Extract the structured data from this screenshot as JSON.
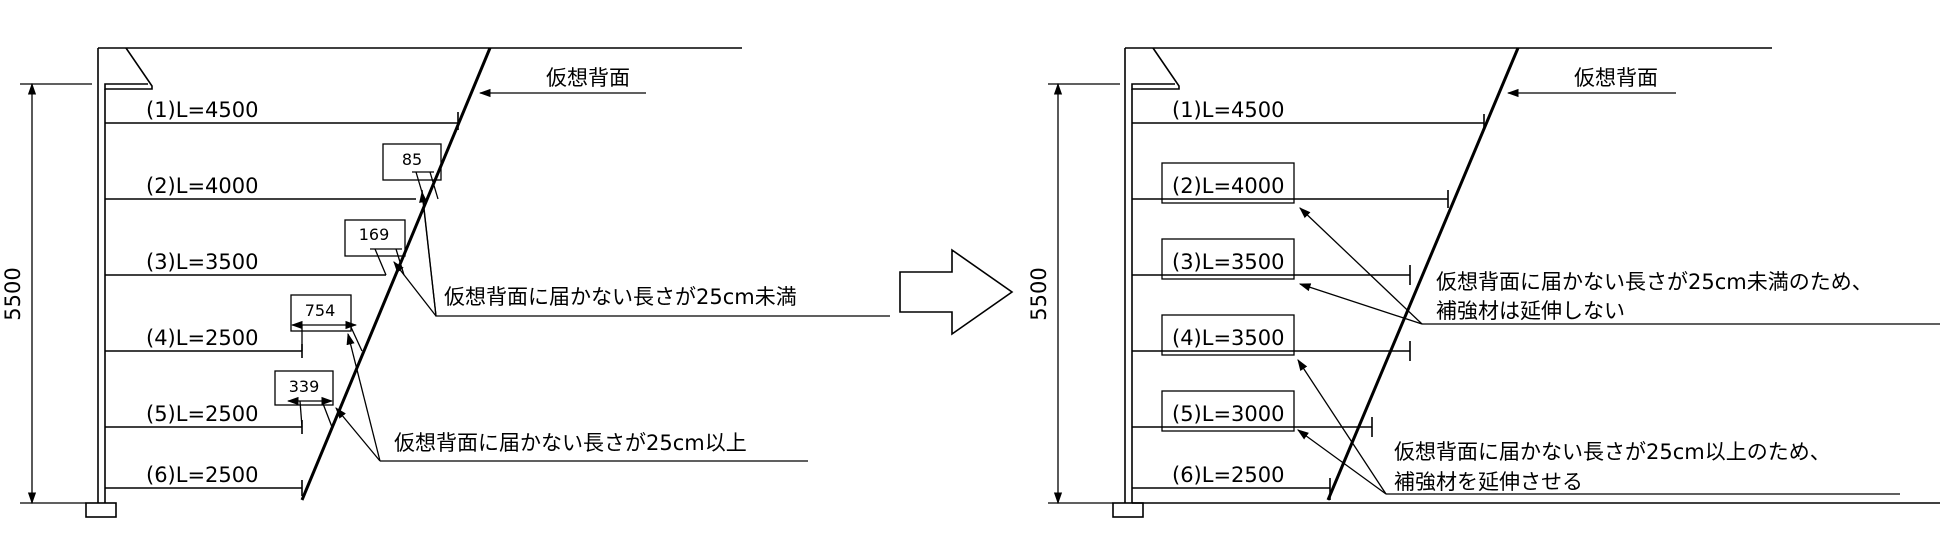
{
  "left_panel": {
    "height_dimension": "5500",
    "virtual_back_label": "仮想背面",
    "reinforcements": [
      {
        "label": "(1)L=4500"
      },
      {
        "label": "(2)L=4000",
        "gap": "85"
      },
      {
        "label": "(3)L=3500",
        "gap": "169"
      },
      {
        "label": "(4)L=2500",
        "gap": "754"
      },
      {
        "label": "(5)L=2500",
        "gap": "339"
      },
      {
        "label": "(6)L=2500"
      }
    ],
    "note_under_25": "仮想背面に届かない長さが25cm未満",
    "note_over_25": "仮想背面に届かない長さが25cm以上"
  },
  "right_panel": {
    "height_dimension": "5500",
    "virtual_back_label": "仮想背面",
    "reinforcements": [
      {
        "label": "(1)L=4500"
      },
      {
        "label": "(2)L=4000"
      },
      {
        "label": "(3)L=3500"
      },
      {
        "label": "(4)L=3500"
      },
      {
        "label": "(5)L=3000"
      },
      {
        "label": "(6)L=2500"
      }
    ],
    "note_under_25_line1": "仮想背面に届かない長さが25cm未満のため、",
    "note_under_25_line2": "補強材は延伸しない",
    "note_over_25_line1": "仮想背面に届かない長さが25cm以上のため、",
    "note_over_25_line2": "補強材を延伸させる"
  }
}
